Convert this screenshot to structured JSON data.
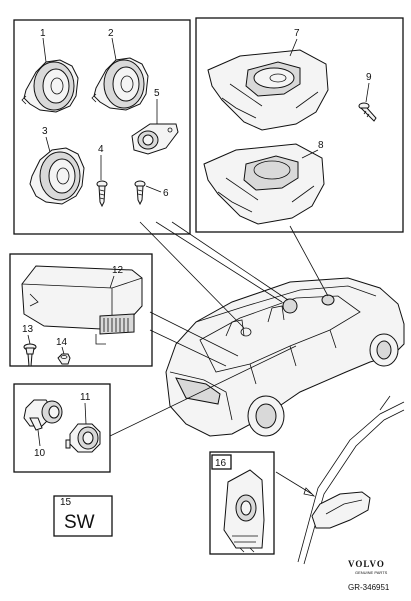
{
  "callouts": {
    "p1": "1",
    "p2": "2",
    "p3": "3",
    "p4": "4",
    "p5": "5",
    "p6": "6",
    "p7": "7",
    "p8": "8",
    "p9": "9",
    "p10": "10",
    "p11": "11",
    "p12": "12",
    "p13": "13",
    "p14": "14",
    "p15": "15",
    "p16": "16"
  },
  "sw_label": "SW",
  "brand": {
    "name": "VOLVO",
    "tagline": "GENUINE PARTS"
  },
  "reference": "GR-346951"
}
